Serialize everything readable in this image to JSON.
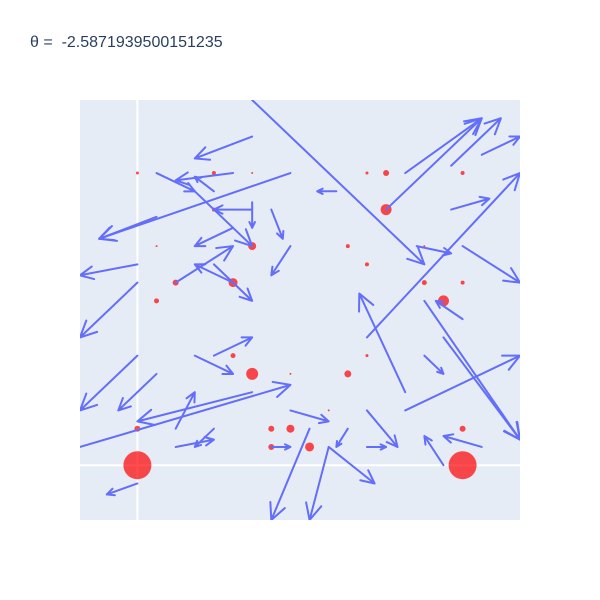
{
  "chart_data": {
    "type": "quiver",
    "title": "θ =  -2.5871939500151235",
    "xlabel": "",
    "ylabel": "",
    "xlim": [
      -0.15,
      1.0
    ],
    "ylim": [
      -0.15,
      1.0
    ],
    "grid": true,
    "colors": {
      "plot_bg": "#e5ecf6",
      "grid": "#ffffff",
      "arrow": "#636efa",
      "point": "#ff0000",
      "text": "#2a3f5f"
    },
    "points": [
      {
        "x": 0.0,
        "y": 0.0,
        "size": 28
      },
      {
        "x": 0.85,
        "y": 0.0,
        "size": 28
      },
      {
        "x": 0.3,
        "y": 0.25,
        "size": 12
      },
      {
        "x": 0.25,
        "y": 0.5,
        "size": 9
      },
      {
        "x": 0.45,
        "y": 0.05,
        "size": 9
      },
      {
        "x": 0.4,
        "y": 0.1,
        "size": 8
      },
      {
        "x": 0.65,
        "y": 0.7,
        "size": 11
      },
      {
        "x": 0.8,
        "y": 0.45,
        "size": 11
      },
      {
        "x": 0.3,
        "y": 0.6,
        "size": 8
      },
      {
        "x": 0.55,
        "y": 0.25,
        "size": 7
      },
      {
        "x": 0.35,
        "y": 0.1,
        "size": 6
      },
      {
        "x": 0.35,
        "y": 0.05,
        "size": 6
      },
      {
        "x": 0.1,
        "y": 0.5,
        "size": 6
      },
      {
        "x": 0.0,
        "y": 0.1,
        "size": 6
      },
      {
        "x": 0.85,
        "y": 0.1,
        "size": 6
      },
      {
        "x": 0.65,
        "y": 0.8,
        "size": 6
      },
      {
        "x": 0.05,
        "y": 0.45,
        "size": 5
      },
      {
        "x": 0.25,
        "y": 0.3,
        "size": 5
      },
      {
        "x": 0.2,
        "y": 0.8,
        "size": 4
      },
      {
        "x": 0.2,
        "y": 0.7,
        "size": 4
      },
      {
        "x": 0.55,
        "y": 0.6,
        "size": 4
      },
      {
        "x": 0.6,
        "y": 0.55,
        "size": 4
      },
      {
        "x": 0.75,
        "y": 0.5,
        "size": 5
      },
      {
        "x": 0.85,
        "y": 0.5,
        "size": 4
      },
      {
        "x": 0.85,
        "y": 0.8,
        "size": 4
      },
      {
        "x": 0.6,
        "y": 0.3,
        "size": 3
      },
      {
        "x": 0.6,
        "y": 0.8,
        "size": 3
      },
      {
        "x": 0.0,
        "y": 0.8,
        "size": 3
      },
      {
        "x": 0.3,
        "y": 0.8,
        "size": 2
      },
      {
        "x": 0.5,
        "y": 0.8,
        "size": 2
      },
      {
        "x": 0.05,
        "y": 0.6,
        "size": 2
      },
      {
        "x": 0.75,
        "y": 0.6,
        "size": 2
      },
      {
        "x": 0.4,
        "y": 0.25,
        "size": 2
      },
      {
        "x": 0.5,
        "y": 0.15,
        "size": 2
      },
      {
        "x": 0.15,
        "y": 0.6,
        "size": 2
      }
    ],
    "arrows": [
      {
        "x0": 0.3,
        "y0": 1.0,
        "x1": 0.75,
        "y1": 0.55
      },
      {
        "x0": 0.65,
        "y0": 0.7,
        "x1": 0.9,
        "y1": 0.95
      },
      {
        "x0": 0.7,
        "y0": 0.8,
        "x1": 0.9,
        "y1": 0.95
      },
      {
        "x0": 0.82,
        "y0": 0.82,
        "x1": 0.95,
        "y1": 0.95
      },
      {
        "x0": 0.9,
        "y0": 0.85,
        "x1": 1.0,
        "y1": 0.9
      },
      {
        "x0": 0.82,
        "y0": 0.7,
        "x1": 0.92,
        "y1": 0.73
      },
      {
        "x0": 0.73,
        "y0": 0.6,
        "x1": 0.82,
        "y1": 0.58
      },
      {
        "x0": 0.6,
        "y0": 0.35,
        "x1": 1.0,
        "y1": 0.8
      },
      {
        "x0": 0.7,
        "y0": 0.2,
        "x1": 0.58,
        "y1": 0.47
      },
      {
        "x0": 0.85,
        "y0": 0.6,
        "x1": 1.0,
        "y1": 0.5
      },
      {
        "x0": 0.75,
        "y0": 0.3,
        "x1": 0.8,
        "y1": 0.25
      },
      {
        "x0": 0.7,
        "y0": 0.15,
        "x1": 1.0,
        "y1": 0.3
      },
      {
        "x0": 0.75,
        "y0": 0.45,
        "x1": 1.0,
        "y1": 0.07
      },
      {
        "x0": 0.85,
        "y0": 0.4,
        "x1": 0.78,
        "y1": 0.45
      },
      {
        "x0": 0.8,
        "y0": 0.35,
        "x1": 1.0,
        "y1": 0.07
      },
      {
        "x0": 0.9,
        "y0": 0.05,
        "x1": 0.8,
        "y1": 0.08
      },
      {
        "x0": 0.3,
        "y0": 0.7,
        "x1": 0.2,
        "y1": 0.7
      },
      {
        "x0": 0.25,
        "y0": 0.8,
        "x1": 0.1,
        "y1": 0.78
      },
      {
        "x0": 0.3,
        "y0": 0.9,
        "x1": 0.15,
        "y1": 0.84
      },
      {
        "x0": 0.2,
        "y0": 0.75,
        "x1": 0.15,
        "y1": 0.79
      },
      {
        "x0": 0.05,
        "y0": 0.8,
        "x1": 0.15,
        "y1": 0.75
      },
      {
        "x0": 0.15,
        "y0": 0.75,
        "x1": 0.3,
        "y1": 0.6
      },
      {
        "x0": 0.4,
        "y0": 0.8,
        "x1": -0.1,
        "y1": 0.62
      },
      {
        "x0": 0.05,
        "y0": 0.68,
        "x1": -0.1,
        "y1": 0.62
      },
      {
        "x0": 0.0,
        "y0": 0.55,
        "x1": -0.15,
        "y1": 0.52
      },
      {
        "x0": 0.1,
        "y0": 0.5,
        "x1": 0.25,
        "y1": 0.6
      },
      {
        "x0": 0.25,
        "y0": 0.5,
        "x1": 0.15,
        "y1": 0.55
      },
      {
        "x0": 0.3,
        "y0": 0.72,
        "x1": 0.3,
        "y1": 0.65
      },
      {
        "x0": 0.25,
        "y0": 0.65,
        "x1": 0.15,
        "y1": 0.6
      },
      {
        "x0": 0.2,
        "y0": 0.55,
        "x1": 0.3,
        "y1": 0.45
      },
      {
        "x0": 0.35,
        "y0": 0.7,
        "x1": 0.38,
        "y1": 0.62
      },
      {
        "x0": 0.4,
        "y0": 0.6,
        "x1": 0.35,
        "y1": 0.52
      },
      {
        "x0": 0.52,
        "y0": 0.75,
        "x1": 0.47,
        "y1": 0.75
      },
      {
        "x0": 0.15,
        "y0": 0.3,
        "x1": 0.25,
        "y1": 0.25
      },
      {
        "x0": 0.3,
        "y0": 0.2,
        "x1": 0.0,
        "y1": 0.12
      },
      {
        "x0": 0.35,
        "y0": 0.05,
        "x1": 0.4,
        "y1": 0.05
      },
      {
        "x0": 0.4,
        "y0": 0.15,
        "x1": 0.5,
        "y1": 0.12
      },
      {
        "x0": 0.5,
        "y0": 0.05,
        "x1": 0.45,
        "y1": -0.15
      },
      {
        "x0": 0.6,
        "y0": 0.15,
        "x1": 0.68,
        "y1": 0.05
      },
      {
        "x0": 0.55,
        "y0": 0.1,
        "x1": 0.52,
        "y1": 0.05
      },
      {
        "x0": 0.6,
        "y0": 0.05,
        "x1": 0.65,
        "y1": 0.05
      },
      {
        "x0": 0.8,
        "y0": 0.0,
        "x1": 0.75,
        "y1": 0.08
      },
      {
        "x0": 0.2,
        "y0": 0.1,
        "x1": 0.15,
        "y1": 0.05
      },
      {
        "x0": 0.1,
        "y0": 0.05,
        "x1": 0.2,
        "y1": 0.07
      },
      {
        "x0": 0.0,
        "y0": 0.3,
        "x1": -0.15,
        "y1": 0.15
      },
      {
        "x0": 0.0,
        "y0": 0.5,
        "x1": -0.15,
        "y1": 0.35
      },
      {
        "x0": 0.1,
        "y0": 0.1,
        "x1": 0.15,
        "y1": 0.2
      },
      {
        "x0": -0.15,
        "y0": 0.05,
        "x1": 0.4,
        "y1": 0.22
      },
      {
        "x0": 0.05,
        "y0": 0.25,
        "x1": -0.05,
        "y1": 0.15
      },
      {
        "x0": 0.0,
        "y0": -0.05,
        "x1": -0.08,
        "y1": -0.08
      },
      {
        "x0": 0.2,
        "y0": 0.3,
        "x1": 0.3,
        "y1": 0.35
      },
      {
        "x0": 0.45,
        "y0": 0.1,
        "x1": 0.35,
        "y1": -0.15
      },
      {
        "x0": 0.5,
        "y0": 0.05,
        "x1": 0.62,
        "y1": -0.05
      }
    ]
  }
}
